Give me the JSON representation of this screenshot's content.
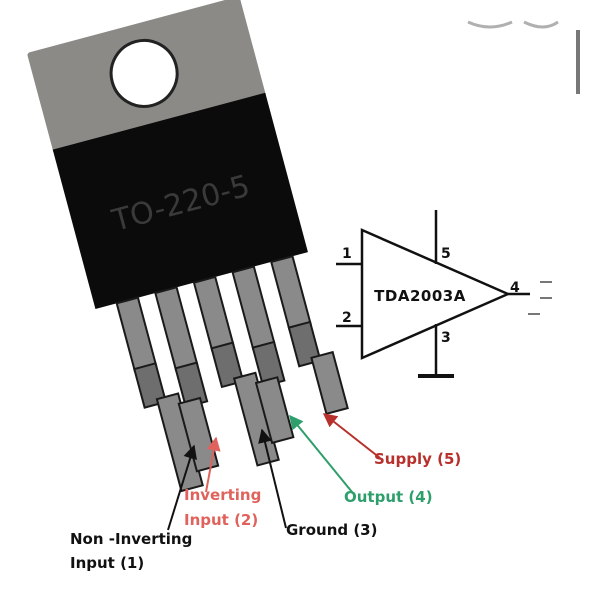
{
  "package": {
    "name": "TO-220-5"
  },
  "symbol": {
    "part": "TDA2003A",
    "pins": {
      "p1": "1",
      "p2": "2",
      "p3": "3",
      "p4": "4",
      "p5": "5"
    }
  },
  "labels": {
    "non_inverting_line1": "Non -Inverting",
    "non_inverting_line2": "Input (1)",
    "inverting_line1": "Inverting",
    "inverting_line2": "Input (2)",
    "ground": "Ground (3)",
    "output": "Output (4)",
    "supply": "Supply (5)"
  },
  "colors": {
    "background": "#ffffff",
    "tab": "#8c8a86",
    "body": "#0b0b0b",
    "lead": "#8a8a8a",
    "non_inverting": "#111111",
    "inverting": "#e0625c",
    "ground": "#111111",
    "output": "#2e9e6b",
    "supply": "#b8302c"
  }
}
